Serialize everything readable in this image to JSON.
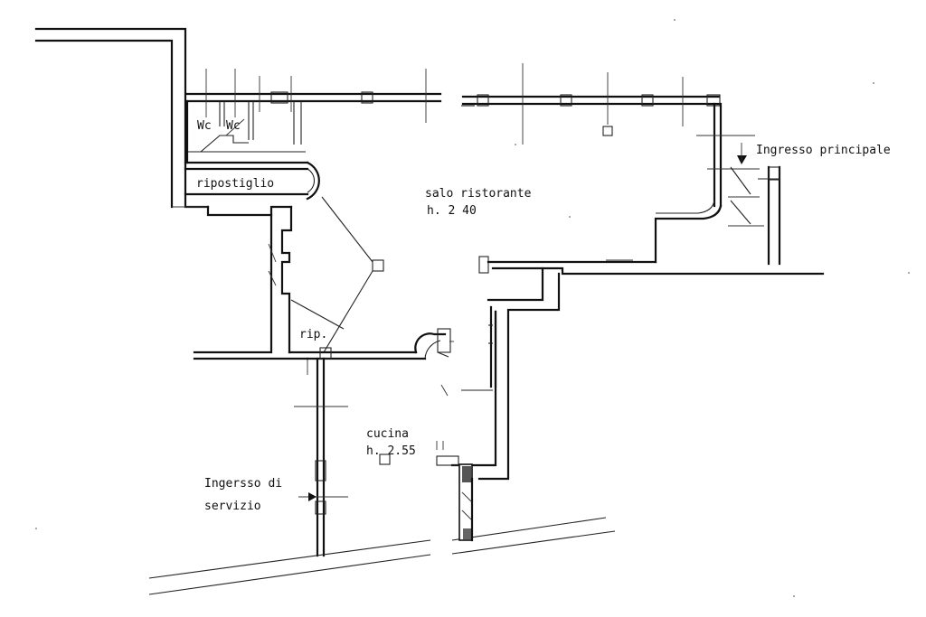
{
  "rooms": {
    "wc_1": "Wc",
    "wc_2": "Wc",
    "ripostiglio": "ripostiglio",
    "sala_name": "salo ristorante",
    "sala_height": "h. 2 40",
    "rip": "rip.",
    "cucina_name": "cucina",
    "cucina_height": "h. 2.55"
  },
  "entrances": {
    "main_line1": "Ingresso principale",
    "service_line1": "Ingersso di",
    "service_line2": "servizio"
  },
  "colors": {
    "line": "#111111",
    "background": "#ffffff",
    "hatch": "#555555"
  }
}
